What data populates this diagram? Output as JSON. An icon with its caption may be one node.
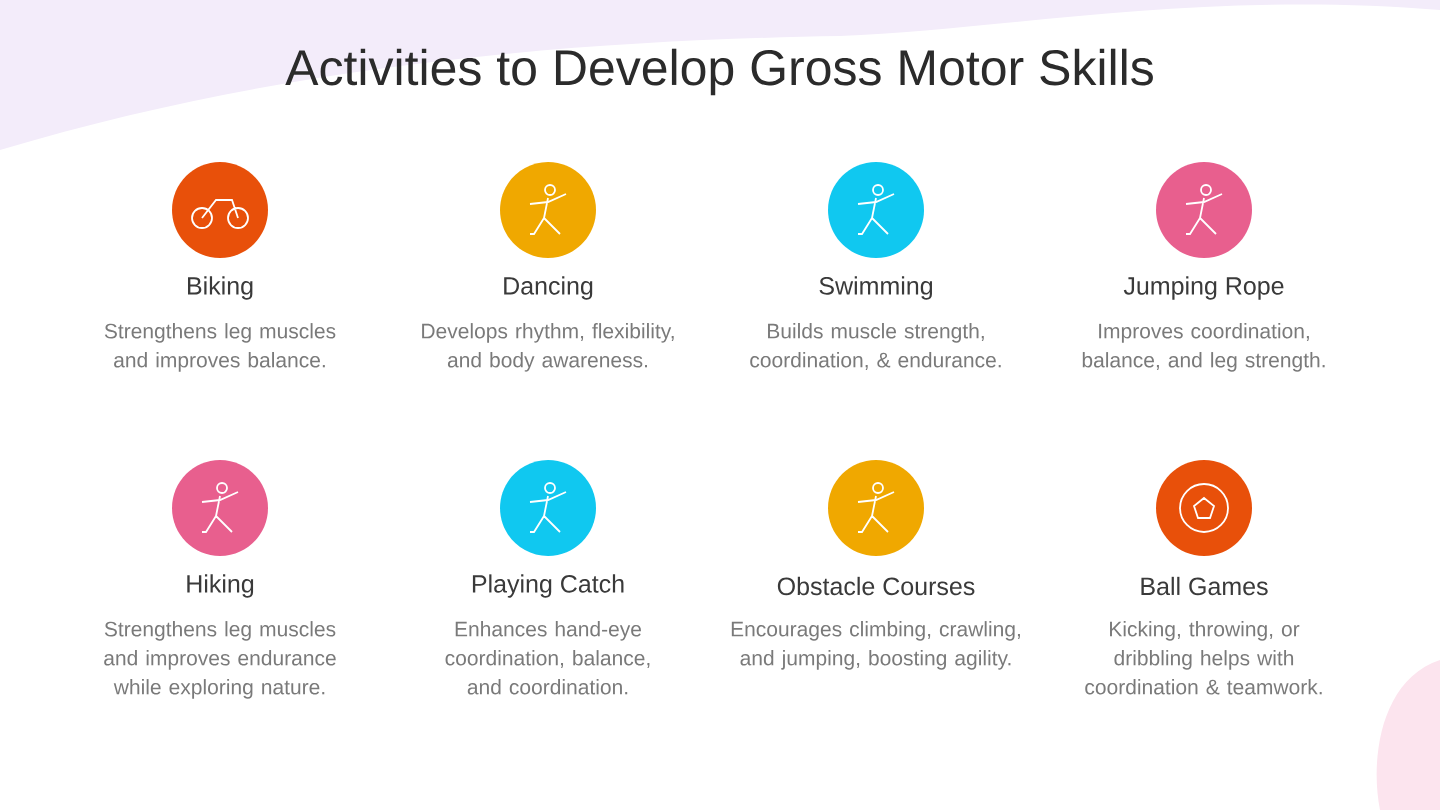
{
  "diagram": {
    "title": "Activities to Develop Gross Motor Skills",
    "nodes": [
      {
        "text": [
          "Biking",
          "Strengthens leg muscles and improves balance."
        ]
      },
      {
        "text": [
          "Dancing",
          "Develops rhythm, flexibility, and body awareness."
        ]
      },
      {
        "text": [
          "Swimming",
          "Builds muscle strength, coordination, & endurance."
        ]
      },
      {
        "text": [
          "Jumping Rope",
          "Improves coordination, balance, and leg strength."
        ]
      },
      {
        "text": [
          "Hiking",
          "Strengthens leg muscles and improves endurance while exploring nature."
        ]
      },
      {
        "text": [
          "Playing Catch",
          "Enhances hand-eye coordination, balance, and coordination."
        ]
      },
      {
        "text": [
          "Obstacle Courses",
          "Encourages climbing, crawling, and jumping, boosting agility."
        ]
      },
      {
        "text": [
          "Ball Games",
          "Kicking, throwing, or dribbling helps with coordination & teamwork."
        ]
      }
    ]
  }
}
